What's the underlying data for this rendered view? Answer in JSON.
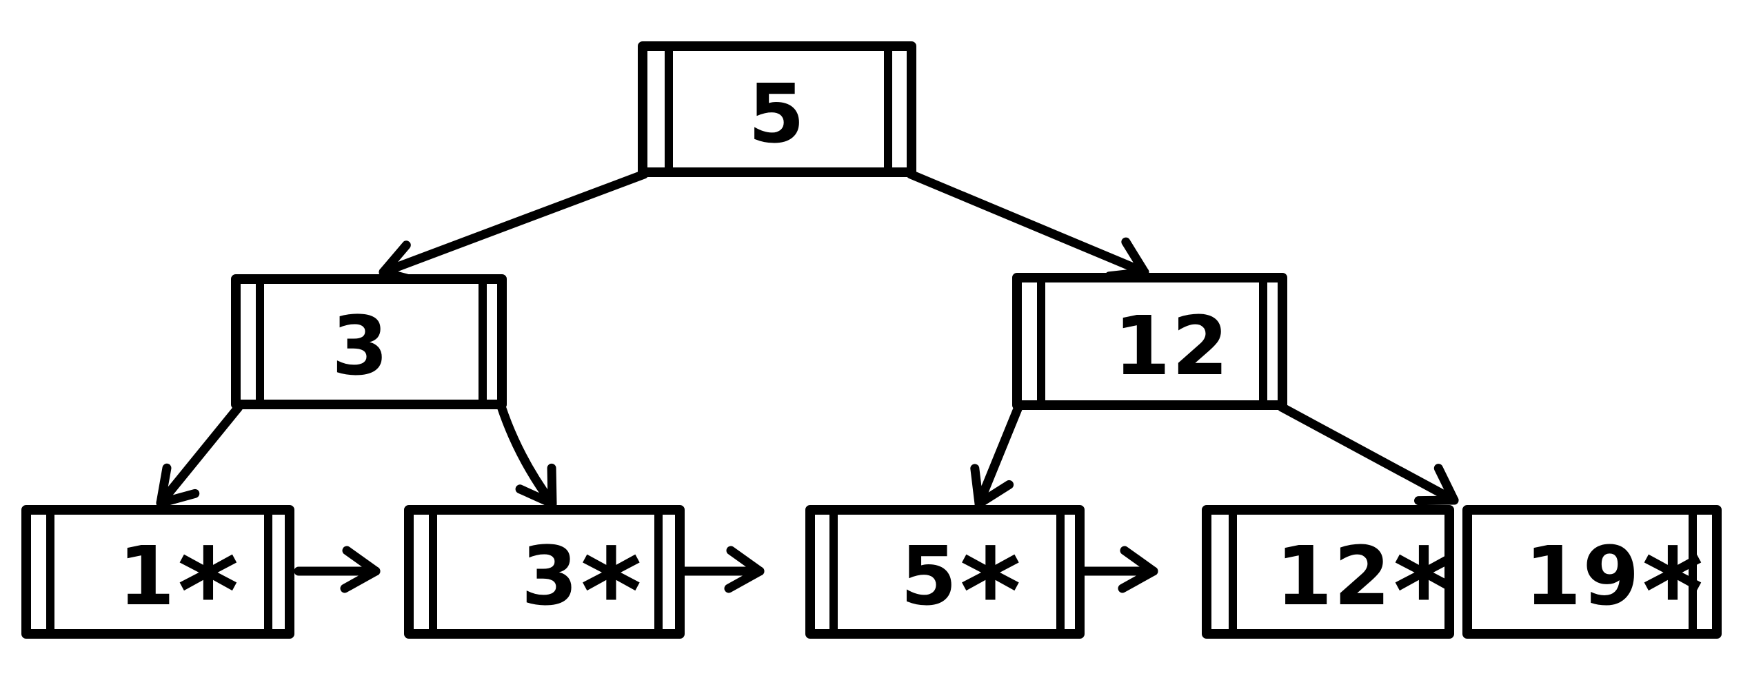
{
  "diagram": {
    "type": "b-plus-tree",
    "background_color": "#ffffff",
    "ink_color": "#000000",
    "nodes": {
      "root": {
        "label": "5",
        "kind": "internal"
      },
      "left": {
        "label": "3",
        "kind": "internal"
      },
      "right": {
        "label": "12",
        "kind": "internal"
      },
      "leaf1": {
        "labels": [
          "1*"
        ],
        "kind": "leaf"
      },
      "leaf2": {
        "labels": [
          "3*"
        ],
        "kind": "leaf"
      },
      "leaf3": {
        "labels": [
          "5*"
        ],
        "kind": "leaf"
      },
      "leaf4": {
        "labels": [
          "12*",
          "19*"
        ],
        "kind": "leaf"
      }
    },
    "edges": [
      {
        "from": "root",
        "to": "left"
      },
      {
        "from": "root",
        "to": "right"
      },
      {
        "from": "left",
        "to": "leaf1"
      },
      {
        "from": "left",
        "to": "leaf2"
      },
      {
        "from": "right",
        "to": "leaf3"
      },
      {
        "from": "right",
        "to": "leaf4"
      }
    ],
    "leaf_links": [
      {
        "from": "leaf1",
        "to": "leaf2"
      },
      {
        "from": "leaf2",
        "to": "leaf3"
      },
      {
        "from": "leaf3",
        "to": "leaf4"
      }
    ]
  }
}
